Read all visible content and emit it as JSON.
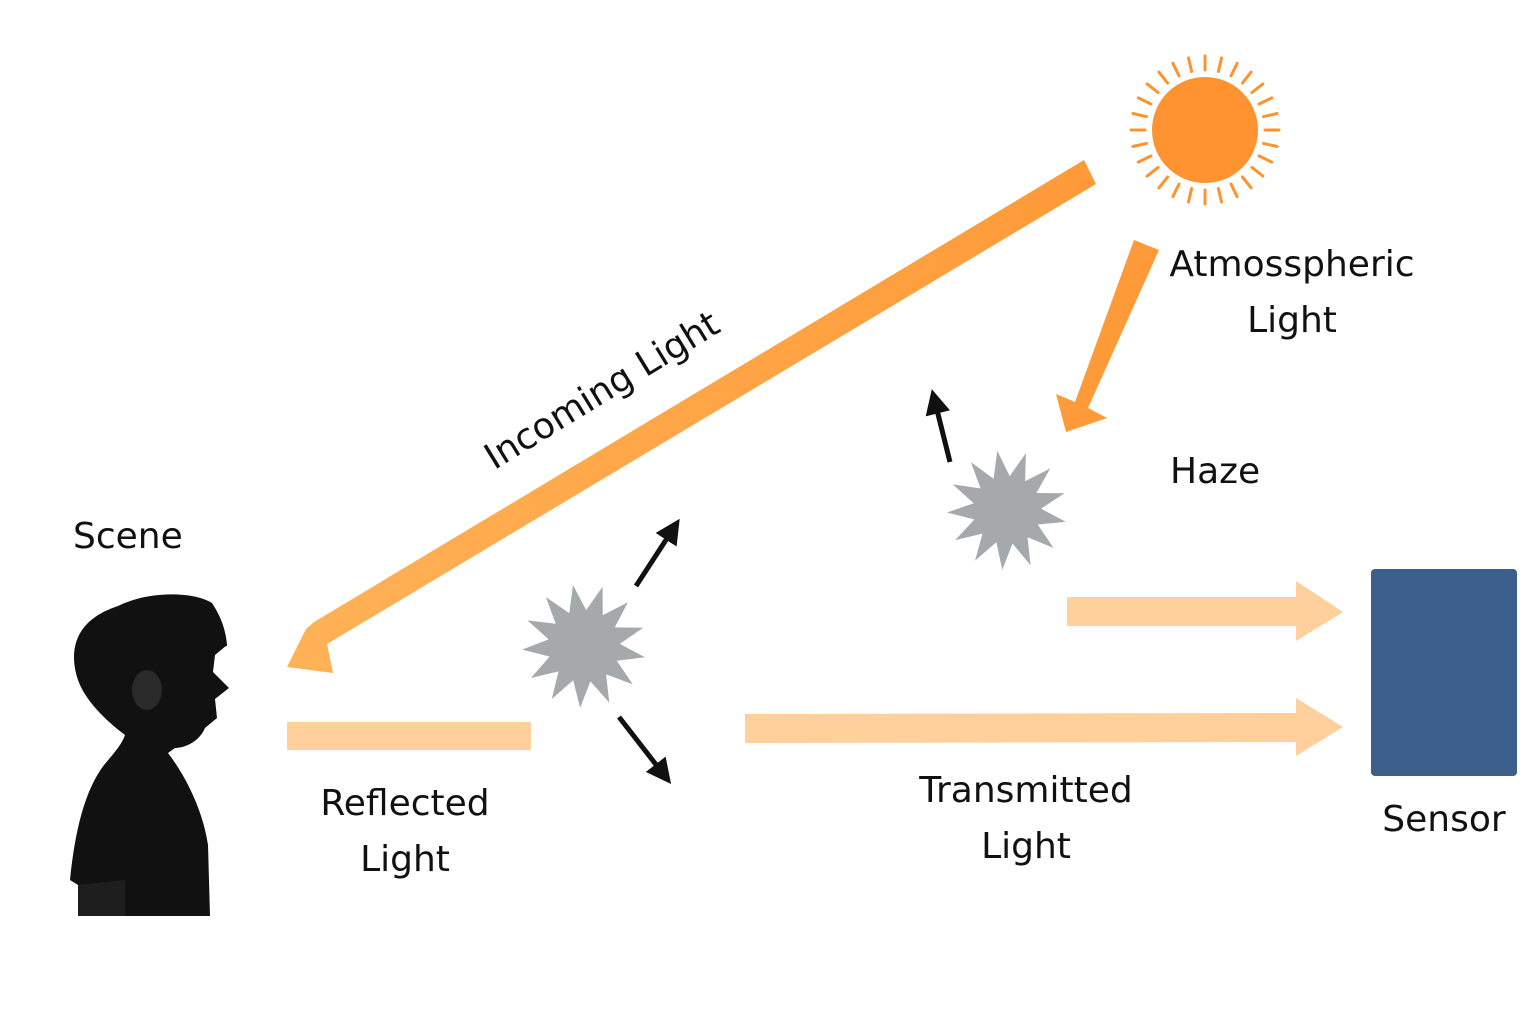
{
  "labels": {
    "scene": "Scene",
    "incoming": "Incoming Light",
    "atmospheric_line1": "Atmosspheric",
    "atmospheric_line2": "Light",
    "haze": "Haze",
    "reflected_line1": "Reflected",
    "reflected_line2": "Light",
    "transmitted_line1": "Transmitted",
    "transmitted_line2": "Light",
    "sensor": "Sensor"
  },
  "colors": {
    "sun": "#FF9330",
    "incoming_arrow": "#FF9A38",
    "incoming_arrow_end": "#FFB257",
    "pale_beam": "#FFCF9C",
    "haze_particle": "#A6A9AC",
    "sensor": "#3B5F8A",
    "silhouette": "#111111",
    "scatter_arrow": "#111111"
  },
  "icons": {
    "sun": "sun-icon",
    "person": "person-silhouette-icon",
    "particle": "haze-particle-icon",
    "sensor": "sensor-icon"
  }
}
